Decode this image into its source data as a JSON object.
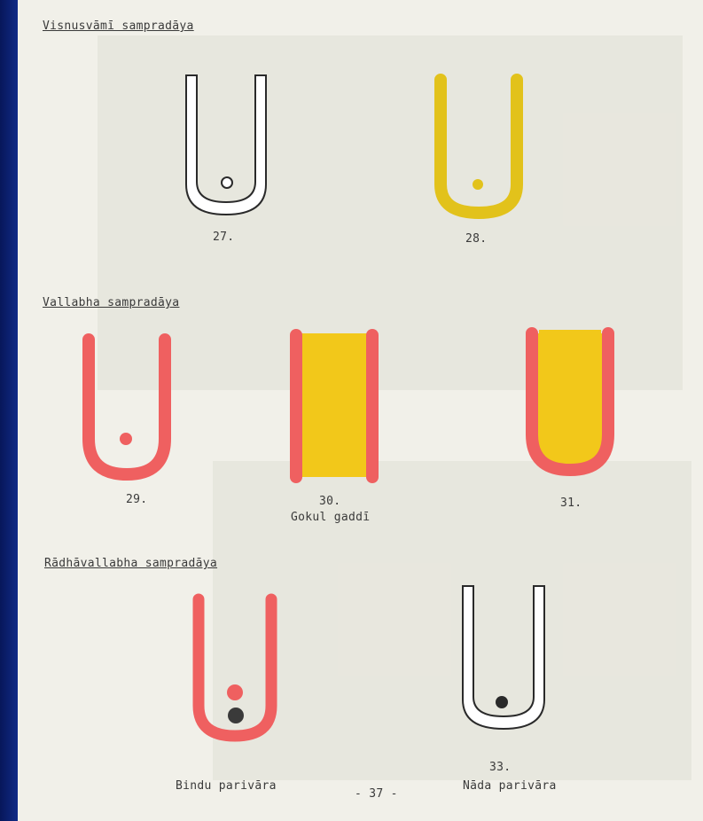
{
  "sections": [
    {
      "heading": "Visnusvāmī sampradāya"
    },
    {
      "heading": "Vallabha sampradāya"
    },
    {
      "heading": "Rādhāvallabha sampradāya"
    }
  ],
  "figures": [
    {
      "number": "27.",
      "description": "",
      "outline_color": "#2a2a2a",
      "fill_color": "#ffffff",
      "dot_color": "#2a2a2a"
    },
    {
      "number": "28.",
      "description": "",
      "outline_color": "#e2c21b",
      "fill_color": "#e2c21b",
      "dot_color": "#e2c21b"
    },
    {
      "number": "29.",
      "description": "",
      "outline_color": "#ef6060",
      "fill_color": "#ef6060",
      "dot_color": "#ef6060"
    },
    {
      "number": "30.",
      "description": "Gokul gaddī",
      "outline_color": "#ef6060",
      "fill_color": "#f2c81a"
    },
    {
      "number": "31.",
      "description": "",
      "outline_color": "#ef6060",
      "fill_color": "#f2c81a"
    },
    {
      "number": "",
      "description": "Bindu parivāra",
      "outline_color": "#ef6060",
      "fill_color": "#ef6060",
      "dot_color": "#ef6060",
      "second_dot_color": "#3a3a3a"
    },
    {
      "number": "33.",
      "description": "Nāda parivāra",
      "outline_color": "#2a2a2a",
      "fill_color": "#ffffff",
      "dot_color": "#2a2a2a"
    }
  ],
  "page_number": "- 37 -"
}
